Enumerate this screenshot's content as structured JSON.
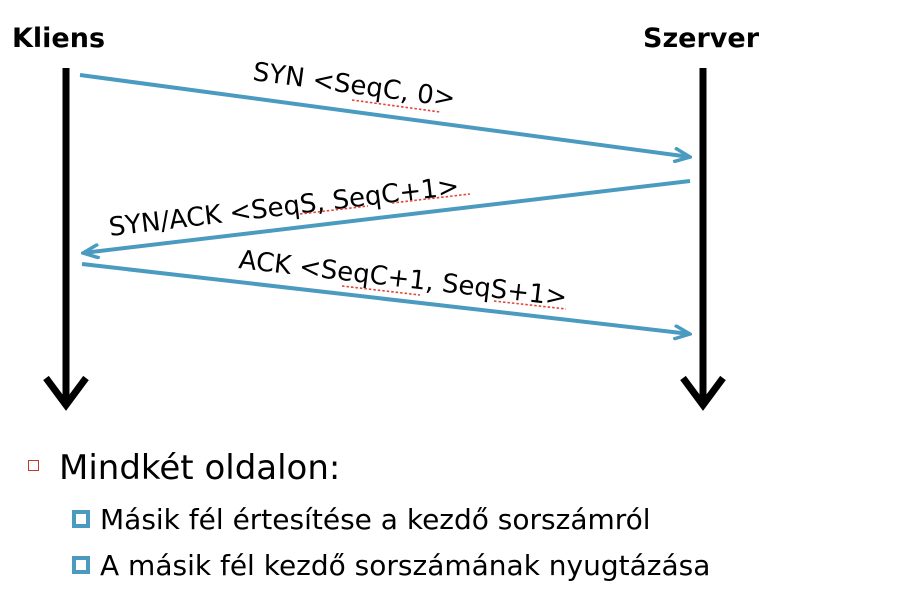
{
  "diagram": {
    "actors": {
      "client": "Kliens",
      "server": "Szerver"
    },
    "messages": [
      {
        "label": "SYN <SeqC, 0>",
        "direction": "client-to-server"
      },
      {
        "label": "SYN/ACK <SeqS, SeqC+1>",
        "direction": "server-to-client"
      },
      {
        "label": "ACK <SeqC+1, SeqS+1>",
        "direction": "client-to-server"
      }
    ],
    "colors": {
      "arrow": "#4a9bbf",
      "lifeline": "#000000",
      "spellcheck_underline": "#e0453a"
    }
  },
  "bullets": {
    "heading": "Mindkét oldalon:",
    "items": [
      "Másik fél értesítése a kezdő sorszámról",
      "A másik fél kezdő sorszámának nyugtázása"
    ]
  }
}
